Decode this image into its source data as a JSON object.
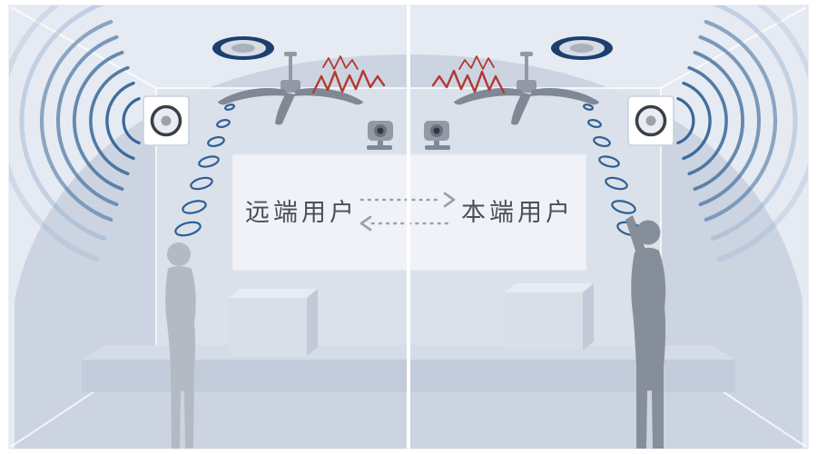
{
  "screen": {
    "left_label": "远端用户",
    "right_label": "本端用户"
  },
  "arrows": {
    "top_direction": "left-to-right",
    "bottom_direction": "right-to-left"
  },
  "icons": [
    {
      "name": "ceiling-speaker-icon",
      "count": 2
    },
    {
      "name": "ceiling-fan-icon",
      "count": 2
    },
    {
      "name": "noise-scribble-icon",
      "count": 2
    },
    {
      "name": "ptz-camera-icon",
      "count": 2
    },
    {
      "name": "wall-speaker-icon",
      "count": 2
    },
    {
      "name": "sound-wave-arcs-icon",
      "count": 2
    },
    {
      "name": "sound-wave-chain-icon",
      "count": 2
    },
    {
      "name": "podium-icon",
      "count": 2
    },
    {
      "name": "person-silhouette-icon",
      "count": 2
    }
  ],
  "colors": {
    "page_bg": "#ffffff",
    "room_bg": "#e6eaf2",
    "dome": "#ccd4e2",
    "back_wall": "#dde3ee",
    "screen_fill": "#f0f2f7",
    "label_text": "#4a4f57",
    "divider": "#ffffff",
    "wave_blue": "#2e5f92",
    "wave_blue_faint": "#8aa9cb",
    "speaker_navy": "#1c3f6e",
    "noise_red": "#b3392f",
    "arrow_gray": "#97a1ad",
    "metal_gray": "#929aa5",
    "person_left": "#b4bac4",
    "person_right": "#868e99",
    "podium_front": "#d9dfe8",
    "podium_side": "#c2cad7",
    "podium_top": "#e8ecf2",
    "stage_front": "#c3ccdb",
    "stage_top": "#d5dce7",
    "wall_line": "#ffffff"
  }
}
